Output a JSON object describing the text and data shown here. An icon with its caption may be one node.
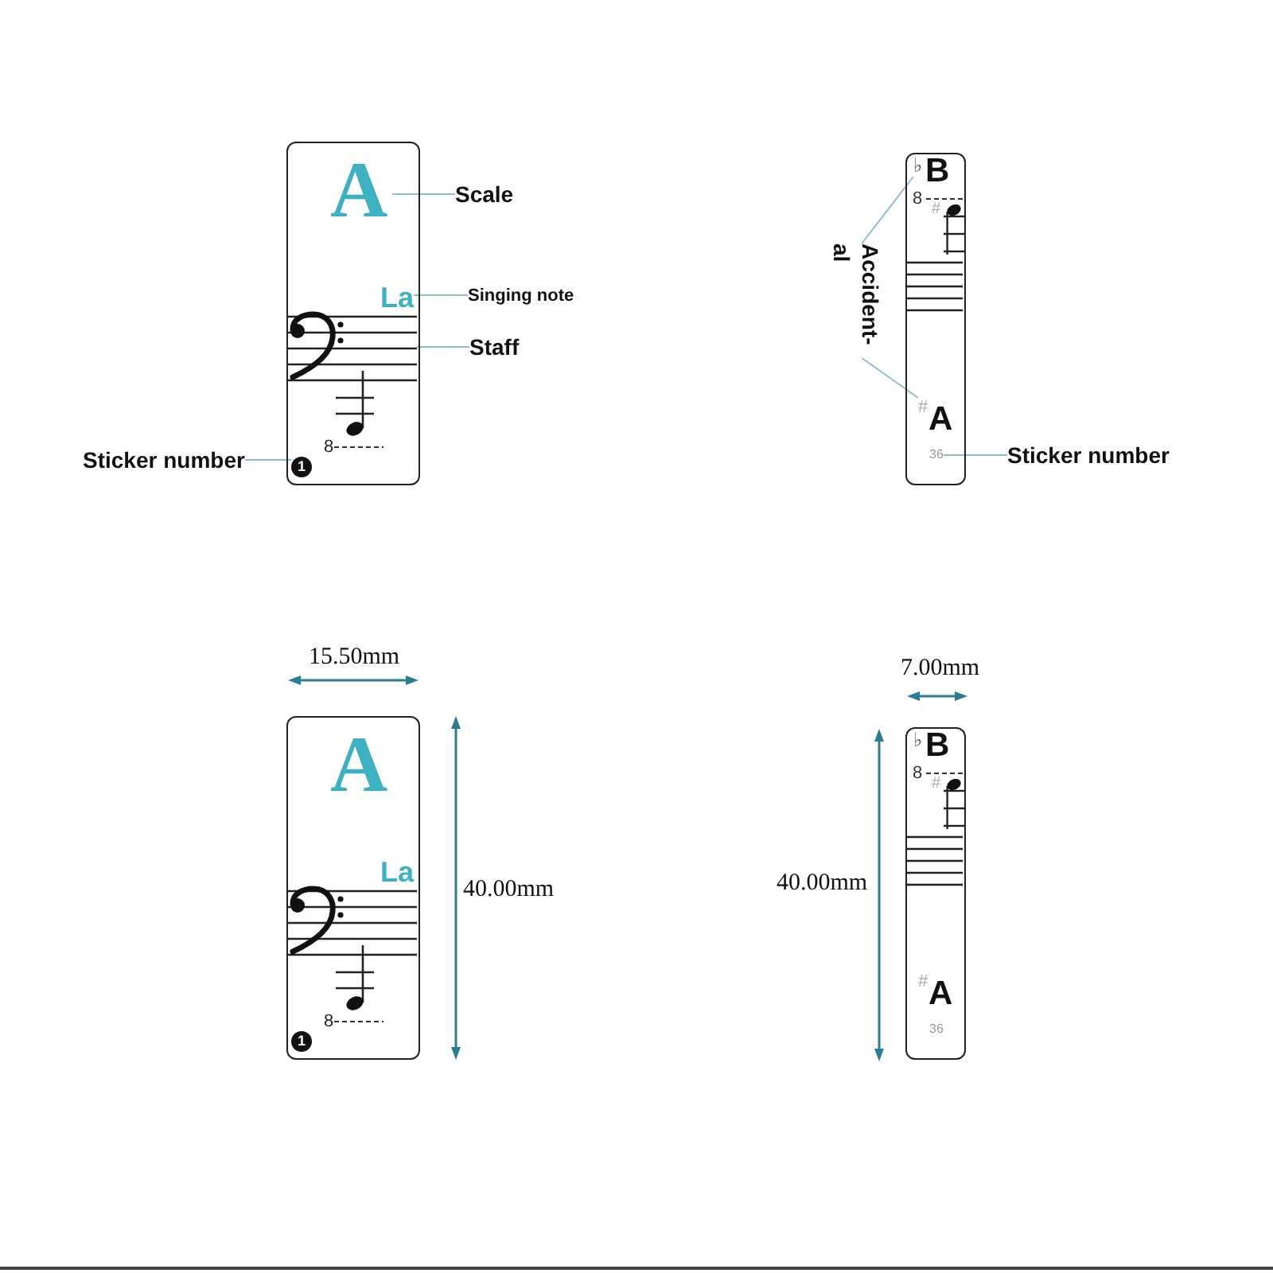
{
  "diagram": {
    "nodes": [
      {
        "text": [
          "8"
        ]
      },
      {
        "text": [
          "A"
        ],
        "in": 0
      },
      {
        "text": [
          "La"
        ],
        "in": 0
      },
      {
        "text": [],
        "shape": "picture",
        "in": 0
      },
      {
        "text": [
          "1"
        ],
        "in": 0
      },
      {
        "text": [
          "Scale"
        ]
      },
      {
        "text": [
          "Singing note"
        ]
      },
      {
        "text": [
          "Staff"
        ]
      },
      {
        "text": [
          "Sticker number"
        ]
      },
      {
        "text": [
          "B",
          "8",
          "#",
          "A"
        ]
      },
      {
        "text": [
          "♭"
        ],
        "in": 9
      },
      {
        "text": [
          "#"
        ],
        "in": 9
      },
      {
        "text": [
          "36"
        ],
        "in": 9
      },
      {
        "text": [
          "Accident- al"
        ]
      },
      {
        "text": [
          "Sticker number"
        ]
      },
      {
        "text": [
          "A",
          "La",
          "8",
          "1"
        ]
      },
      {
        "text": [
          "♭",
          "B",
          "8",
          "#",
          "#",
          "A",
          "36"
        ]
      }
    ],
    "edges": [
      {
        "from": 5,
        "to": 1,
        "arrow": "none"
      },
      {
        "from": 6,
        "to": 2,
        "arrow": "none"
      },
      {
        "from": 7,
        "to": 3,
        "arrow": "none"
      },
      {
        "from": 8,
        "to": 4,
        "arrow": "none"
      },
      {
        "from": 13,
        "to": 10,
        "arrow": "none"
      },
      {
        "from": 13,
        "to": 11,
        "arrow": "none"
      },
      {
        "from": 14,
        "to": 12,
        "arrow": "none"
      }
    ],
    "labels": [
      "15.50mm",
      "7.00mm",
      "40.00mm",
      "40.00mm"
    ]
  }
}
